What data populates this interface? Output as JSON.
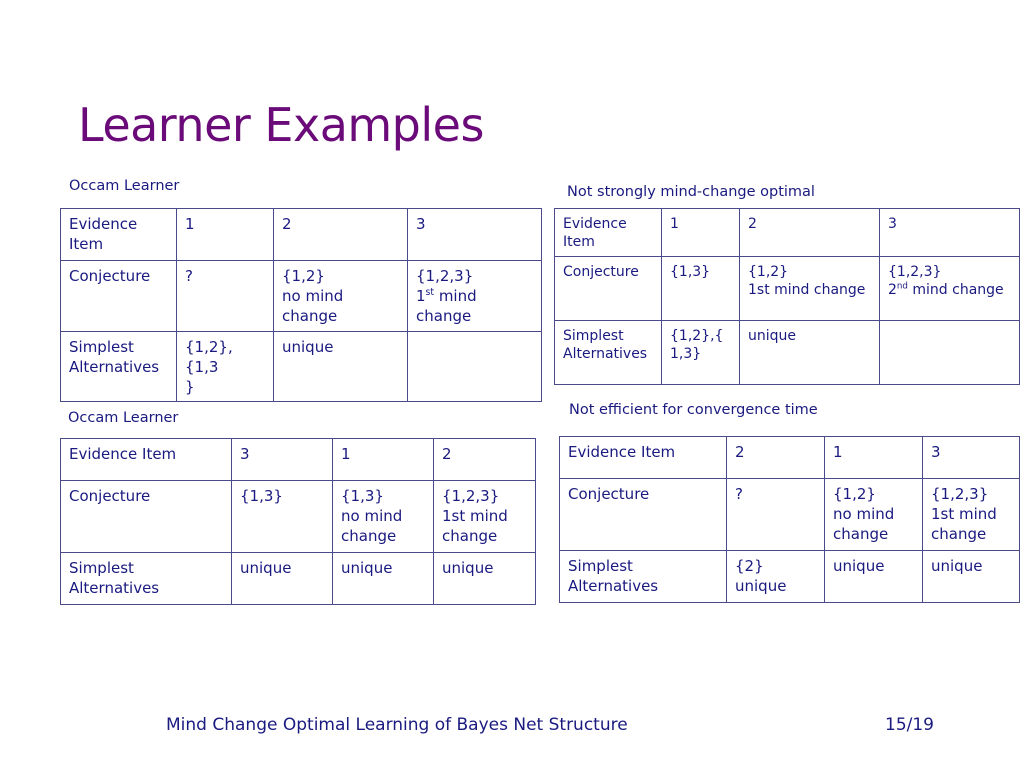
{
  "title": "Learner Examples",
  "tables": [
    {
      "caption": "Occam Learner",
      "rows": [
        {
          "header": "Evidence\nItem",
          "cells": [
            "1",
            "2",
            "3"
          ]
        },
        {
          "header": "Conjecture",
          "cells": [
            "?",
            "{1,2}\nno mind\nchange",
            {
              "pre": "{1,2,3}\n1",
              "sup": "st",
              "post": " mind\nchange"
            }
          ]
        },
        {
          "header": "Simplest\nAlternatives",
          "cells": [
            "{1,2},{1,3\n}",
            "unique",
            ""
          ]
        }
      ]
    },
    {
      "caption": "Not strongly mind-change optimal",
      "rows": [
        {
          "header": "Evidence\nItem",
          "cells": [
            "1",
            "2",
            "3"
          ]
        },
        {
          "header": "Conjecture",
          "cells": [
            "{1,3}",
            "{1,2}\n1st mind change",
            {
              "pre": "{1,2,3}\n2",
              "sup": "nd",
              "post": " mind change"
            }
          ]
        },
        {
          "header": "Simplest\nAlternatives",
          "cells": [
            "{1,2},{\n1,3}",
            "unique",
            ""
          ]
        }
      ]
    },
    {
      "caption": "Occam Learner",
      "rows": [
        {
          "header": "Evidence Item",
          "cells": [
            "3",
            "1",
            "2"
          ]
        },
        {
          "header": "Conjecture",
          "cells": [
            "{1,3}",
            "{1,3}\nno mind\nchange",
            "{1,2,3}\n1st mind\nchange"
          ]
        },
        {
          "header": "Simplest\nAlternatives",
          "cells": [
            "unique",
            "unique",
            "unique"
          ]
        }
      ]
    },
    {
      "caption": "Not efficient for convergence time",
      "rows": [
        {
          "header": "Evidence Item",
          "cells": [
            "2",
            "1",
            "3"
          ]
        },
        {
          "header": "Conjecture",
          "cells": [
            "?",
            "{1,2}\nno mind\nchange",
            "{1,2,3}\n1st mind\nchange"
          ]
        },
        {
          "header": "Simplest\nAlternatives",
          "cells": [
            "{2}\nunique",
            "unique",
            "unique"
          ]
        }
      ]
    }
  ],
  "footer": {
    "talk_title": "Mind Change Optimal Learning of Bayes Net Structure",
    "page": "15/19"
  }
}
